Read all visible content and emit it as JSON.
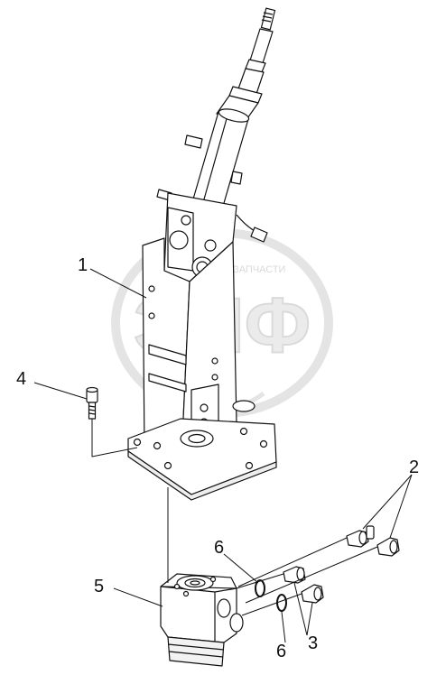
{
  "watermark": {
    "logo_text": "ЭПФ",
    "tagline": "ТЕХНОСФЕРА ЗАПЧАСТИ",
    "color": "#cfcfcf"
  },
  "callouts": [
    {
      "id": "1",
      "label": "1"
    },
    {
      "id": "2",
      "label": "2"
    },
    {
      "id": "3",
      "label": "3"
    },
    {
      "id": "4",
      "label": "4"
    },
    {
      "id": "5",
      "label": "5"
    },
    {
      "id": "6a",
      "label": "6"
    },
    {
      "id": "6b",
      "label": "6"
    }
  ],
  "colors": {
    "line": "#111111",
    "fill": "#ffffff",
    "shade": "#e6e6e6"
  }
}
